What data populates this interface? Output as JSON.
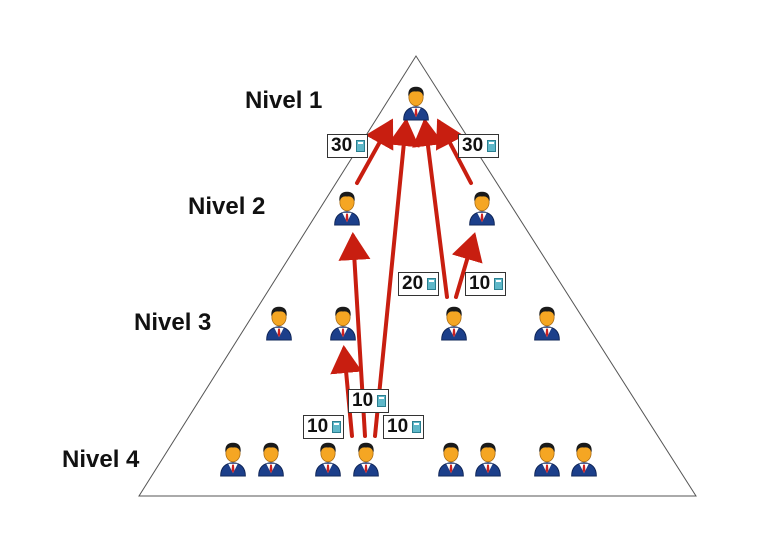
{
  "levels": {
    "l1": "Nivel 1",
    "l2": "Nivel 2",
    "l3": "Nivel 3",
    "l4": "Nivel 4"
  },
  "amounts": {
    "n2_left": "30",
    "n2_right": "30",
    "n3_mid": "20",
    "n3_right": "10",
    "n4_top": "10",
    "n4_left": "10",
    "n4_right": "10"
  },
  "colors": {
    "arrow": "#c81e10",
    "suit": "#1c3f8a",
    "skin": "#f5a623",
    "hair": "#1a1a1a",
    "tie": "#cc2222"
  },
  "icons": {
    "person": "person-icon",
    "coin": "coin-icon"
  }
}
